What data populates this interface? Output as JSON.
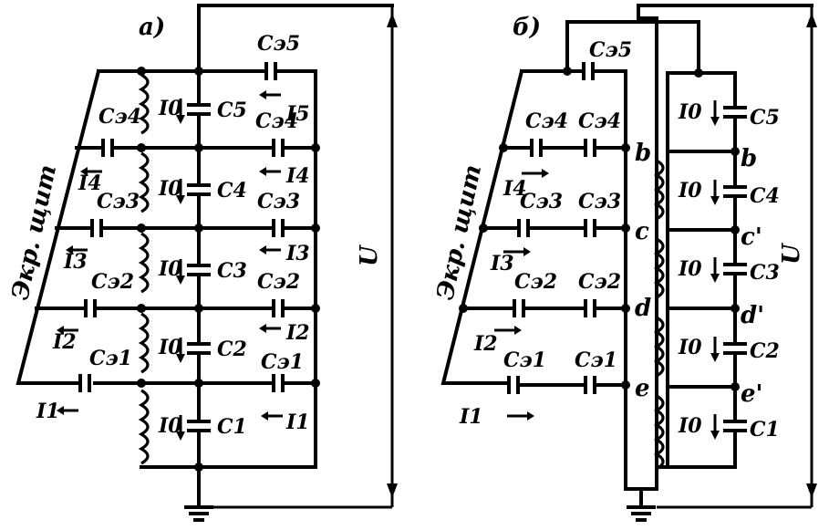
{
  "diagram": {
    "panel_a": {
      "label": "а)",
      "screen_label": "Экр. щит",
      "voltage_label": "U",
      "shield_caps": [
        "Cэ5",
        "Cэ4",
        "Cэ3",
        "Cэ2",
        "Cэ1"
      ],
      "shield_caps_right": [
        "Cэ4",
        "Cэ3",
        "Cэ2",
        "Cэ1"
      ],
      "winding_caps": [
        "C5",
        "C4",
        "C3",
        "C2",
        "C1"
      ],
      "shield_currents_left": [
        "I4",
        "I3",
        "I2",
        "I1"
      ],
      "shield_currents_right": [
        "I5",
        "I4",
        "I3",
        "I2",
        "I1"
      ],
      "coil_current": "I0"
    },
    "panel_b": {
      "label": "б)",
      "screen_label": "Экр. щит",
      "voltage_label": "U",
      "shield_caps_left": [
        "Cэ4",
        "Cэ3",
        "Cэ2",
        "Cэ1"
      ],
      "shield_caps_mid": [
        "Cэ5",
        "Cэ4",
        "Cэ3",
        "Cэ2",
        "Cэ1"
      ],
      "winding_caps": [
        "C5",
        "C4",
        "C3",
        "C2",
        "C1"
      ],
      "nodes_left": [
        "b",
        "c",
        "d",
        "e"
      ],
      "nodes_right": [
        "b",
        "c'",
        "d'",
        "e'"
      ],
      "shield_currents": [
        "I4",
        "I3",
        "I2",
        "I1"
      ],
      "coil_current": "I0"
    }
  }
}
